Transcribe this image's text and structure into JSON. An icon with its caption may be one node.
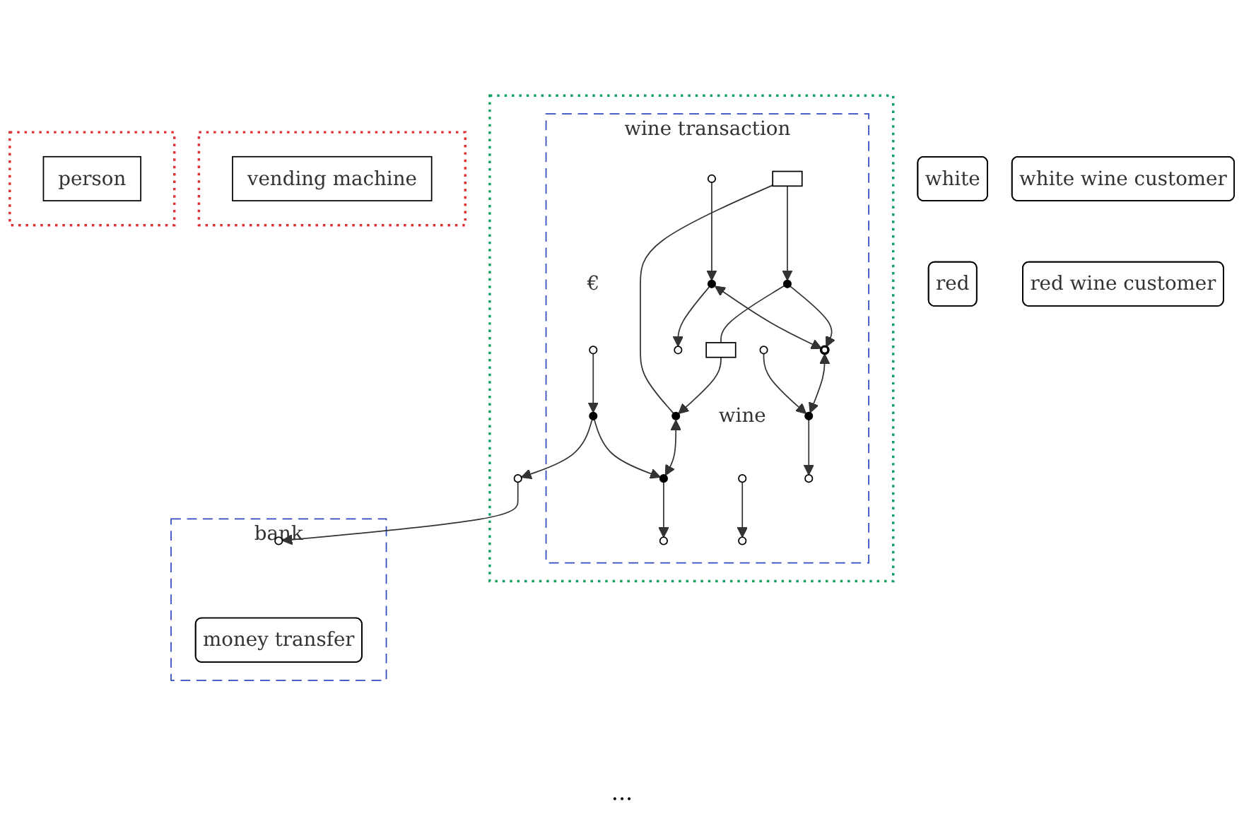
{
  "diagram": {
    "nodes": [
      {
        "text": [],
        "shape": "box"
      },
      {
        "text": [
          "wine transaction"
        ],
        "in": 0
      },
      {
        "text": [],
        "shape": "box",
        "in": 1
      },
      {
        "text": [],
        "shape": "box",
        "in": 1
      },
      {
        "text": [],
        "shape": "circle",
        "in": 1
      },
      {
        "text": [],
        "shape": "circle",
        "in": 1
      },
      {
        "text": [],
        "shape": "circle",
        "in": 1
      },
      {
        "text": [],
        "shape": "circle",
        "in": 1
      },
      {
        "text": [],
        "shape": "circle",
        "in": 1,
        "beside": [
          "€"
        ]
      },
      {
        "text": [],
        "shape": "circle",
        "in": 1
      },
      {
        "text": [],
        "shape": "circle",
        "in": 1
      },
      {
        "text": [],
        "shape": "circle",
        "in": 1
      },
      {
        "text": [],
        "shape": "circle",
        "in": 1
      },
      {
        "text": [],
        "shape": "circle",
        "in": 1
      },
      {
        "text": [],
        "shape": "circle",
        "in": 1,
        "beside": [
          "wine"
        ]
      },
      {
        "text": [],
        "shape": "circle",
        "in": 1
      },
      {
        "text": [],
        "shape": "circle",
        "in": 1
      },
      {
        "text": [],
        "shape": "circle",
        "in": 1
      },
      {
        "text": [],
        "shape": "circle",
        "in": 1
      },
      {
        "text": [],
        "shape": "circle",
        "in": 0
      },
      {
        "text": [],
        "shape": "box"
      },
      {
        "text": [
          "vending machine"
        ],
        "in": 20
      },
      {
        "text": [
          "white"
        ]
      },
      {
        "text": [
          "red"
        ]
      },
      {
        "text": [],
        "shape": "box"
      },
      {
        "text": [
          "person"
        ],
        "in": 24
      },
      {
        "text": [
          "white wine customer"
        ]
      },
      {
        "text": [
          "red wine customer"
        ]
      },
      {
        "text": [
          "bank"
        ]
      },
      {
        "text": [],
        "shape": "circle",
        "in": 28
      },
      {
        "text": [
          "money transfer"
        ],
        "in": 28
      }
    ],
    "edges": [
      {
        "from": 2,
        "to": 4,
        "arrow": "to"
      },
      {
        "from": 4,
        "to": 3,
        "arrow": "none"
      },
      {
        "from": 3,
        "to": 5,
        "arrow": "to"
      },
      {
        "from": 5,
        "to": 2,
        "arrow": "none"
      },
      {
        "from": 5,
        "to": 6,
        "arrow": "both"
      },
      {
        "from": 7,
        "to": 6,
        "arrow": "to"
      },
      {
        "from": 6,
        "to": 9,
        "arrow": "to"
      },
      {
        "from": 8,
        "to": 7,
        "arrow": "to"
      },
      {
        "from": 7,
        "to": 19,
        "arrow": "to"
      },
      {
        "from": 19,
        "to": 29,
        "arrow": "to"
      },
      {
        "from": 4,
        "to": 13,
        "arrow": "to"
      },
      {
        "from": 11,
        "to": 10,
        "arrow": "to"
      },
      {
        "from": 10,
        "to": 12,
        "arrow": "to"
      },
      {
        "from": 10,
        "to": 13,
        "arrow": "both"
      },
      {
        "from": 14,
        "to": 15,
        "arrow": "to"
      },
      {
        "from": 13,
        "to": 16,
        "arrow": "both"
      },
      {
        "from": 17,
        "to": 16,
        "arrow": "to"
      },
      {
        "from": 16,
        "to": 18,
        "arrow": "to"
      }
    ],
    "labels": [
      "..."
    ]
  }
}
